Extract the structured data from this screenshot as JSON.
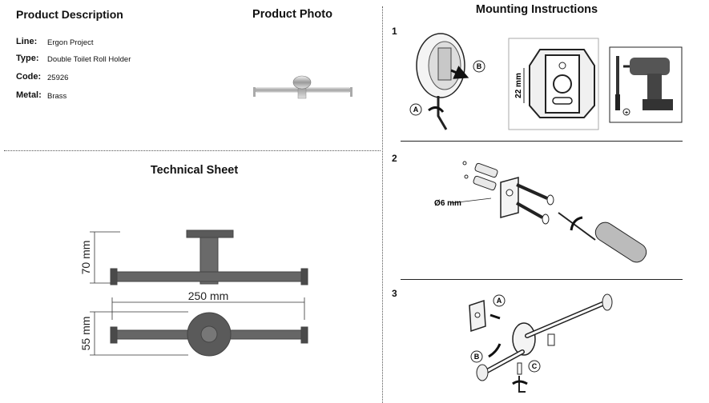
{
  "description": {
    "heading": "Product Description",
    "specs": [
      {
        "label": "Line:",
        "value": "Ergon Project"
      },
      {
        "label": "Type:",
        "value": "Double Toilet Roll Holder"
      },
      {
        "label": "Code:",
        "value": "25926"
      },
      {
        "label": "Metal:",
        "value": "Brass"
      }
    ]
  },
  "photo": {
    "heading": "Product Photo"
  },
  "technical": {
    "heading": "Technical Sheet",
    "dim_height": "70 mm",
    "dim_width": "250 mm",
    "dim_depth": "55 mm"
  },
  "mounting": {
    "heading": "Mounting Instructions",
    "steps": [
      "1",
      "2",
      "3"
    ],
    "markers": [
      "A",
      "B",
      "C"
    ],
    "plate_height": "22 mm",
    "drill_diameter": "Ø6 mm"
  }
}
